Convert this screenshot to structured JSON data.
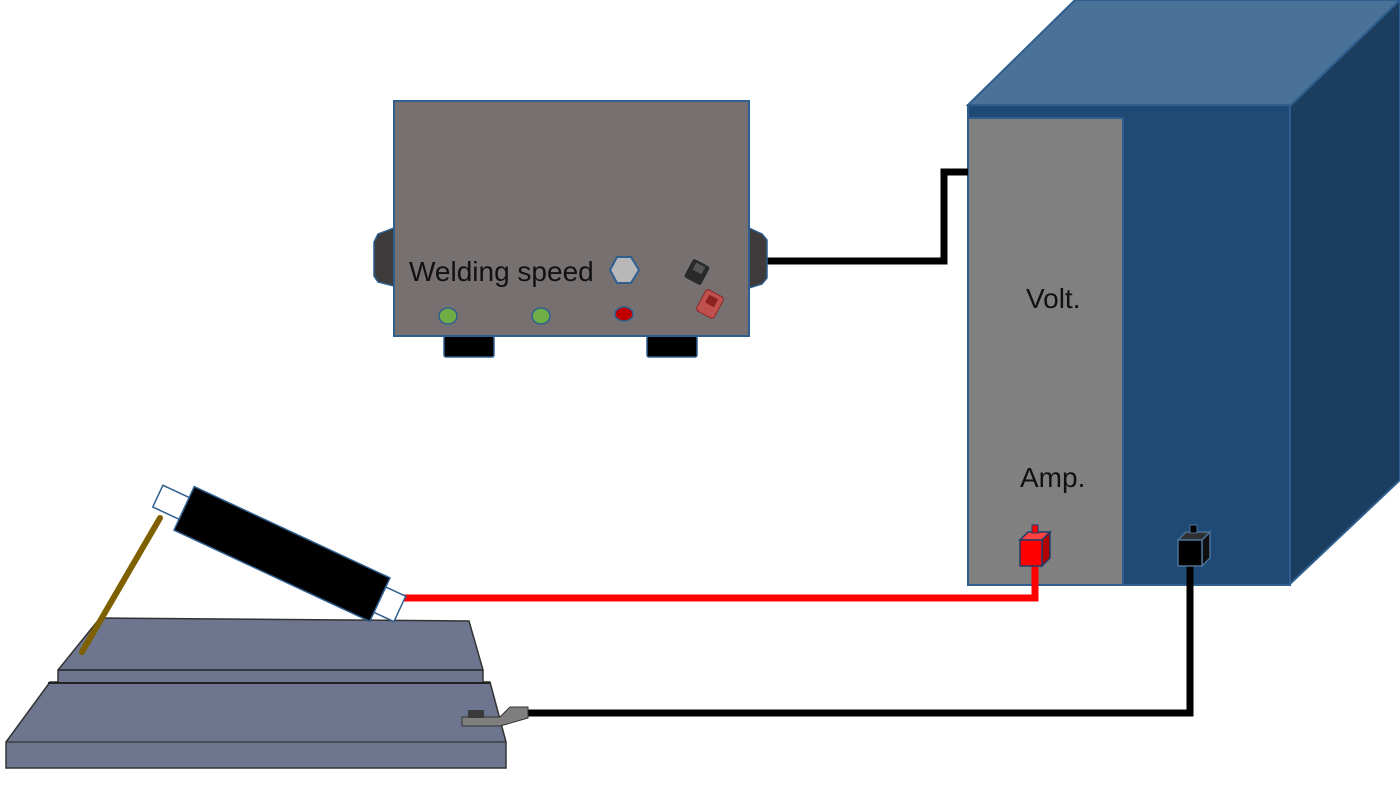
{
  "labels": {
    "welding_speed": "Welding speed",
    "volt": "Volt.",
    "amp": "Amp."
  },
  "colors": {
    "controller_body": "#767170",
    "controller_border": "#2e5f8f",
    "power_source_front": "#1f4a75",
    "power_source_top": "#4a7298",
    "power_source_side": "#1b3d60",
    "meter_panel": "#808080",
    "led_green": "#70ad47",
    "led_red": "#c00000",
    "positive_cable": "#ff0000",
    "negative_cable": "#000000",
    "workpiece": "#6d768e",
    "electrode_rod": "#7f6000"
  },
  "icons": {
    "speed_knob": "hexagon-knob-icon",
    "toggle_switch_dark": "toggle-switch-icon",
    "toggle_switch_red": "toggle-switch-icon",
    "positive_terminal": "red-terminal-icon",
    "negative_terminal": "black-terminal-icon",
    "ground_clamp": "ground-clamp-icon"
  }
}
